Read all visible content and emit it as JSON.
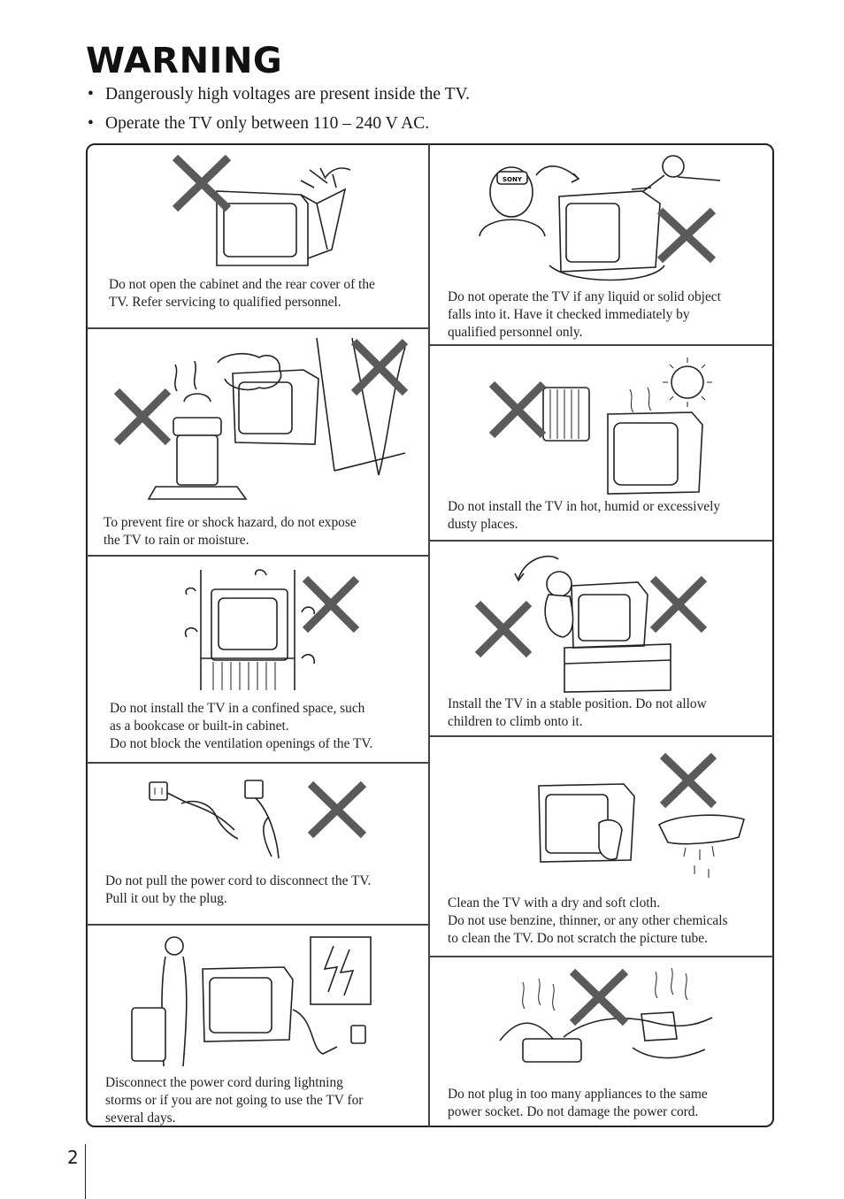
{
  "title": "WARNING",
  "bullets": [
    "Dangerously high voltages are present inside the TV.",
    "Operate the TV only between 110 – 240 V AC."
  ],
  "bullet_glyph": "•",
  "page_number": "2",
  "panels": [
    {
      "id": "cabinet",
      "lines": [
        "Do not open the cabinet and the rear cover of the",
        "TV. Refer servicing to qualified personnel."
      ],
      "icon": "open-cabinet-prohibited-icon"
    },
    {
      "id": "liquid",
      "lines": [
        "Do not operate the TV if any liquid or solid object",
        "falls into it. Have it checked immediately by",
        "qualified personnel only."
      ],
      "icon": "liquid-spill-prohibited-icon",
      "badge": "SONY"
    },
    {
      "id": "moisture",
      "lines": [
        "To prevent fire or shock hazard, do not expose",
        "the TV to rain or moisture."
      ],
      "icon": "rain-moisture-prohibited-icon"
    },
    {
      "id": "heat",
      "lines": [
        "Do not install the TV in hot, humid or excessively",
        "dusty places."
      ],
      "icon": "heat-sun-prohibited-icon"
    },
    {
      "id": "confined",
      "lines": [
        "Do not install the TV in a confined space, such",
        "as a bookcase or built-in cabinet.",
        "Do not block the ventilation openings of the TV."
      ],
      "icon": "bookcase-prohibited-icon"
    },
    {
      "id": "stable",
      "lines": [
        "Install the TV in a stable position. Do not allow",
        "children to climb onto it."
      ],
      "icon": "child-climbing-prohibited-icon"
    },
    {
      "id": "cord",
      "lines": [
        "Do not pull the power cord to disconnect the TV.",
        "Pull it out by the plug."
      ],
      "icon": "pull-cord-prohibited-icon"
    },
    {
      "id": "clean",
      "lines": [
        "Clean the TV with a dry and soft cloth.",
        "Do not use benzine, thinner, or any other chemicals",
        "to clean the TV. Do not scratch the picture tube."
      ],
      "icon": "wet-cloth-prohibited-icon"
    },
    {
      "id": "lightning",
      "lines": [
        "Disconnect the power cord during lightning",
        "storms or if you are not going to use the TV for",
        "several days."
      ],
      "icon": "lightning-unplug-icon"
    },
    {
      "id": "overload",
      "lines": [
        "Do not plug in too many appliances to the same",
        "power socket. Do not damage the power cord."
      ],
      "icon": "overloaded-socket-prohibited-icon"
    }
  ]
}
